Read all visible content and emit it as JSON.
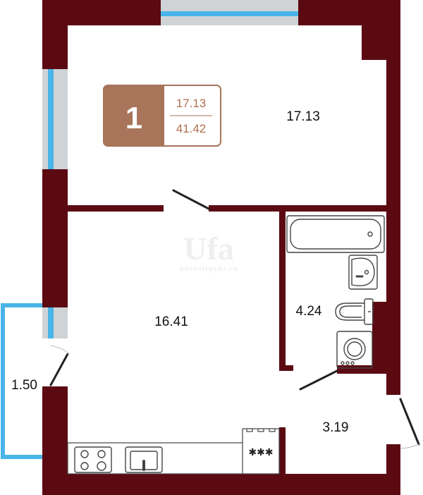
{
  "badge": {
    "room_count": "1",
    "living_area": "17.13",
    "total_area": "41.42",
    "color": "#a8745a"
  },
  "rooms": {
    "bedroom_area": "17.13",
    "living_kitchen_area": "16.41",
    "bathroom_area": "4.24",
    "hallway_area": "3.19",
    "balcony_area": "1.50"
  },
  "watermark": {
    "logo_text": "Ufa",
    "site_text": "novostroyki.ru"
  },
  "colors": {
    "wall": "#5c0a12",
    "window": "#49b4e8",
    "window_frame": "#cfd3d6",
    "fixture_stroke": "#444444"
  },
  "icons": {
    "stove": "stove-icon",
    "sink": "kitchen-sink-icon",
    "bathtub": "bathtub-icon",
    "washbasin": "washbasin-icon",
    "toilet": "toilet-icon",
    "washing_machine": "washing-machine-icon"
  }
}
